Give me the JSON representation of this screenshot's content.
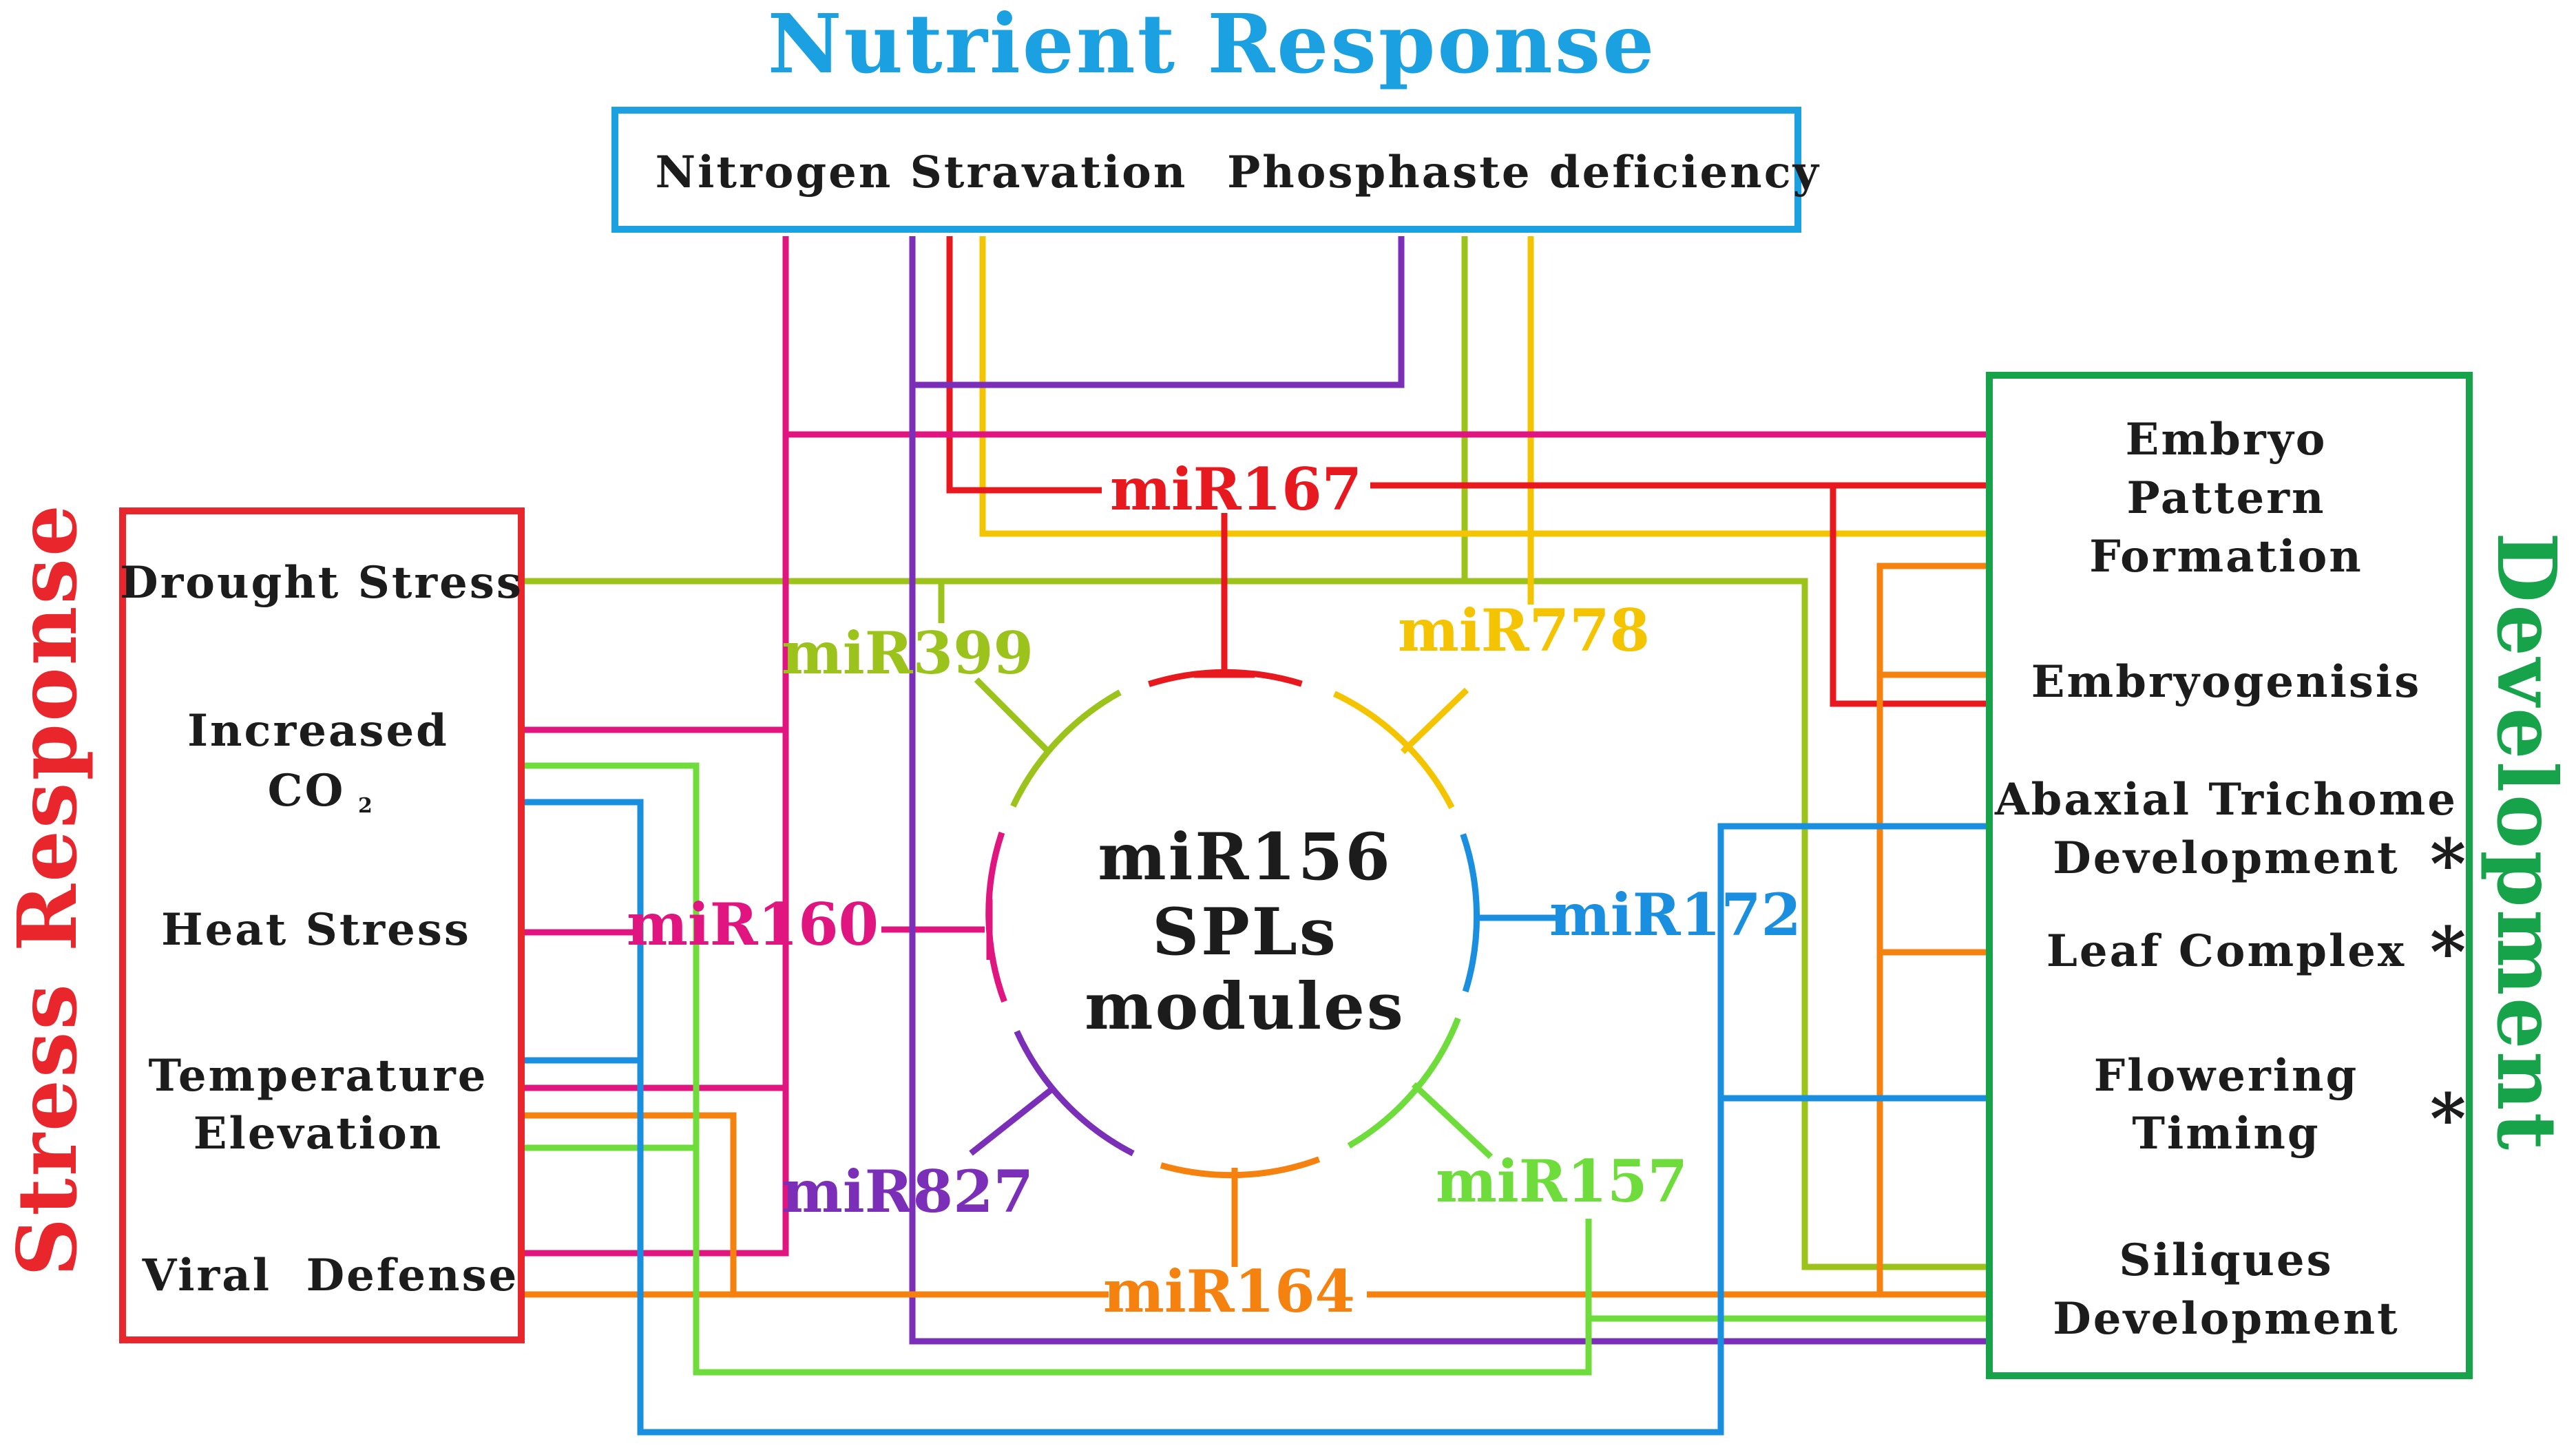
{
  "colors": {
    "nutrient": "#1ba1e2",
    "stress": "#e8262c",
    "development": "#16a34a",
    "miR167": "#e8191e",
    "miR399": "#9cc31b",
    "miR778": "#f5c400",
    "miR160": "#e0157f",
    "miR172": "#1a8fe0",
    "miR827": "#7b2fb8",
    "miR164": "#f5820f",
    "miR157": "#6edc3a"
  },
  "nutrient": {
    "title": "Nutrient Response",
    "items": [
      "Nitrogen Stravation",
      "Phosphaste deficiency"
    ]
  },
  "stress": {
    "title": "Stress Response",
    "drought": "Drought Stress",
    "co2_line1": "Increased",
    "co2_line2": "CO",
    "co2_sub": "2",
    "heat": "Heat Stress",
    "temp_line1": "Temperature",
    "temp_line2": "Elevation",
    "viral": "Viral  Defense"
  },
  "development": {
    "title": "Development",
    "embryo_pattern": [
      "Embryo",
      "Pattern",
      "Formation"
    ],
    "embryogenisis": "Embryogenisis",
    "trichome": [
      "Abaxial Trichome",
      "Development"
    ],
    "leaf": "Leaf Complex",
    "flowering": [
      "Flowering",
      "Timing"
    ],
    "siliques": [
      "Siliques",
      "Development"
    ],
    "star": "*"
  },
  "center": {
    "lines": [
      "miR156",
      "SPLs",
      "modules"
    ]
  },
  "mirnas": {
    "miR167": "miR167",
    "miR399": "miR399",
    "miR778": "miR778",
    "miR160": "miR160",
    "miR172": "miR172",
    "miR827": "miR827",
    "miR164": "miR164",
    "miR157": "miR157"
  }
}
